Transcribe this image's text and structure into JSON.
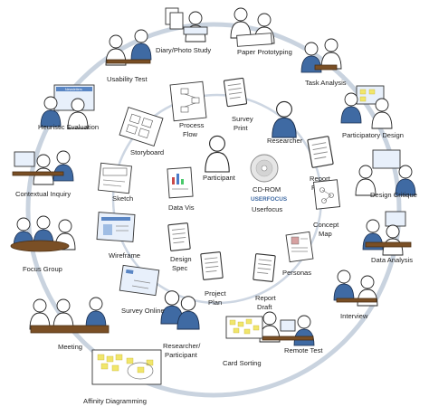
{
  "outer_ring": [
    {
      "id": "diary",
      "label": "Diary/Photo Study"
    },
    {
      "id": "paper",
      "label": "Paper Prototyping"
    },
    {
      "id": "task",
      "label": "Task Analysis"
    },
    {
      "id": "participatory",
      "label": "Participatory Design"
    },
    {
      "id": "critique",
      "label": "Design Critique"
    },
    {
      "id": "data_analysis",
      "label": "Data Analysis"
    },
    {
      "id": "interview",
      "label": "Interview"
    },
    {
      "id": "remote",
      "label": "Remote Test"
    },
    {
      "id": "cardsort",
      "label": "Card Sorting"
    },
    {
      "id": "affinity",
      "label": "Affinity Diagramming"
    },
    {
      "id": "meeting",
      "label": "Meeting"
    },
    {
      "id": "focus",
      "label": "Focus Group"
    },
    {
      "id": "contextual",
      "label": "Contextual Inquiry"
    },
    {
      "id": "heuristic",
      "label": "Heuristic Evaluation"
    },
    {
      "id": "usability",
      "label": "Usability Test"
    }
  ],
  "inner_ring": {
    "process_flow": "Process\nFlow",
    "survey_print": "Survey\nPrint",
    "researcher": "Researcher",
    "report_final": "Report\nFinal",
    "concept_map": "Concept\nMap",
    "personas": "Personas",
    "report_draft": "Report\nDraft",
    "project_plan": "Project\nPlan",
    "researcher_participant": "Researcher/\nParticipant",
    "survey_online": "Survey Online",
    "wireframe": "Wireframe",
    "sketch": "Sketch",
    "storyboard": "Storyboard",
    "participant": "Participant",
    "data_vis": "Data Vis",
    "design_spec": "Design\nSpec"
  },
  "center": {
    "media_label": "CD-ROM",
    "brand": "USERFOCUS",
    "caption": "Userfocus"
  },
  "screen_texts": {
    "heuristic_screen": "Newsletters"
  }
}
